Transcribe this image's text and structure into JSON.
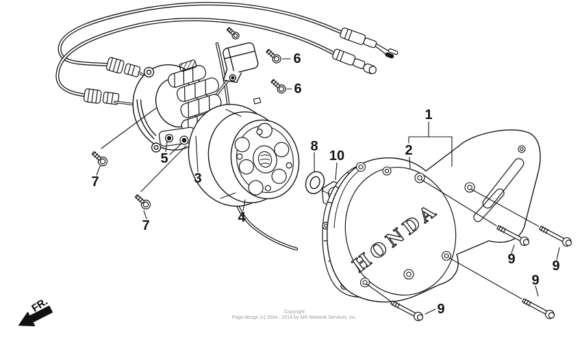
{
  "diagram": {
    "cover_logo": "HONDA",
    "direction_label": "FR.",
    "footer": {
      "line1": "Copyright",
      "line2": "Page design (c) 2004 - 2014 by ARI Network Services, Inc."
    },
    "colors": {
      "line": "#111111",
      "background": "#ffffff",
      "footer_text": "#9a9a9a"
    },
    "callouts": [
      {
        "num": "1"
      },
      {
        "num": "2"
      },
      {
        "num": "3"
      },
      {
        "num": "4"
      },
      {
        "num": "5"
      },
      {
        "num": "6"
      },
      {
        "num": "6"
      },
      {
        "num": "7"
      },
      {
        "num": "7"
      },
      {
        "num": "8"
      },
      {
        "num": "9"
      },
      {
        "num": "9"
      },
      {
        "num": "9"
      },
      {
        "num": "9"
      },
      {
        "num": "10"
      }
    ]
  }
}
